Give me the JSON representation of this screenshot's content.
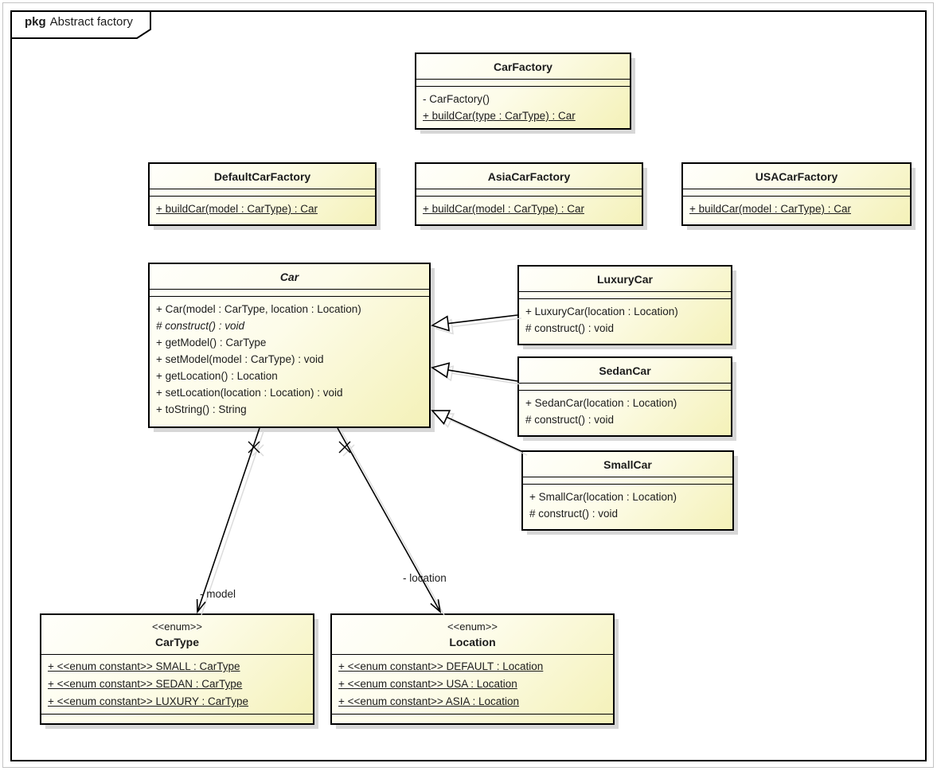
{
  "frame": {
    "keyword": "pkg",
    "title": "Abstract factory"
  },
  "diagram_type": "uml-class-diagram",
  "classes": {
    "carFactory": {
      "name": "CarFactory",
      "methods": [
        "- CarFactory()",
        "+ buildCar(type : CarType) : Car"
      ]
    },
    "defaultCarFactory": {
      "name": "DefaultCarFactory",
      "methods": [
        "+ buildCar(model : CarType) : Car"
      ]
    },
    "asiaCarFactory": {
      "name": "AsiaCarFactory",
      "methods": [
        "+ buildCar(model : CarType) : Car"
      ]
    },
    "usaCarFactory": {
      "name": "USACarFactory",
      "methods": [
        "+ buildCar(model : CarType) : Car"
      ]
    },
    "car": {
      "name": "Car",
      "abstract": true,
      "methods": [
        "+ Car(model : CarType, location : Location)",
        "# construct() : void",
        "+ getModel() : CarType",
        "+ setModel(model : CarType) : void",
        "+ getLocation() : Location",
        "+ setLocation(location : Location) : void",
        "+ toString() : String"
      ]
    },
    "luxuryCar": {
      "name": "LuxuryCar",
      "methods": [
        "+ LuxuryCar(location : Location)",
        "# construct() : void"
      ]
    },
    "sedanCar": {
      "name": "SedanCar",
      "methods": [
        "+ SedanCar(location : Location)",
        "# construct() : void"
      ]
    },
    "smallCar": {
      "name": "SmallCar",
      "methods": [
        "+ SmallCar(location : Location)",
        "# construct() : void"
      ]
    },
    "carType": {
      "stereotype": "<<enum>>",
      "name": "CarType",
      "fields": [
        "+ <<enum constant>> SMALL : CarType",
        "+ <<enum constant>> SEDAN : CarType",
        "+ <<enum constant>> LUXURY : CarType"
      ]
    },
    "locationEnum": {
      "stereotype": "<<enum>>",
      "name": "Location",
      "fields": [
        "+ <<enum constant>> DEFAULT : Location",
        "+ <<enum constant>> USA : Location",
        "+ <<enum constant>> ASIA : Location"
      ]
    }
  },
  "edges": {
    "generalizations": [
      "LuxuryCar -> Car",
      "SedanCar -> Car",
      "SmallCar -> Car"
    ],
    "associations": [
      {
        "from": "Car",
        "to": "CarType",
        "label": "- model"
      },
      {
        "from": "Car",
        "to": "Location",
        "label": "- location"
      }
    ],
    "model_label": "- model",
    "location_label": "- location"
  },
  "colors": {
    "node_fill_top": "#fffffb",
    "node_fill_bottom": "#f4f1b8",
    "node_border": "#000000",
    "shadow": "#d7d7d7",
    "frame_border": "#000000"
  }
}
